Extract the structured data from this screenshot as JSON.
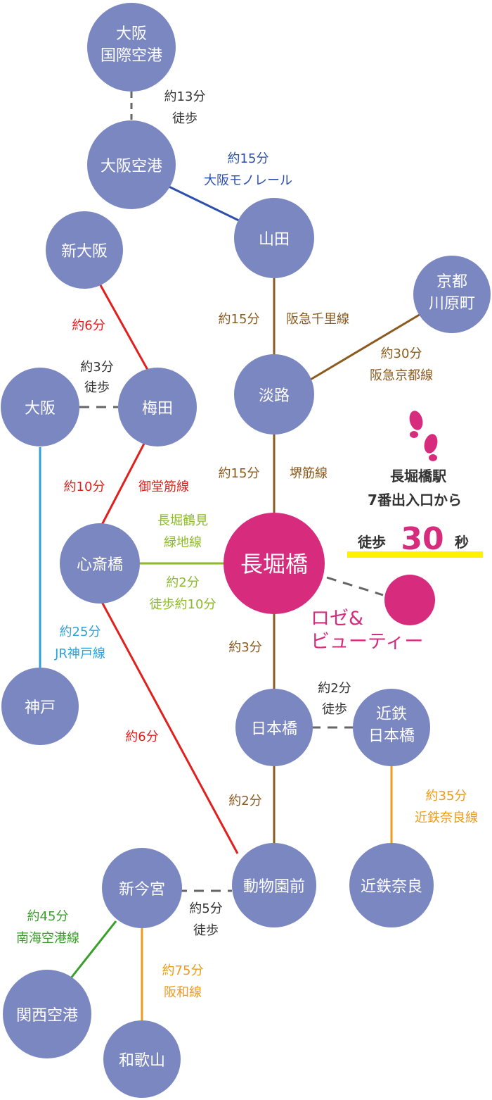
{
  "colors": {
    "station": "#7b87c1",
    "highlight": "#d72b7d",
    "walk": "#666666",
    "monorail": "#2d4fae",
    "hankyu": "#8a5a1e",
    "midosuji": "#e0201d",
    "jr": "#2aa3dd",
    "nagahori": "#8cba2a",
    "kintetsu": "#ee9a1b",
    "nankai": "#3a9f2a",
    "hanwa": "#ee9a1b",
    "underline": "#fff200"
  },
  "stations": {
    "osaka_intl": [
      "大阪",
      "国際空港"
    ],
    "osaka_airport": [
      "大阪空港"
    ],
    "yamada": [
      "山田"
    ],
    "shin_osaka": [
      "新大阪"
    ],
    "kyoto_kawaramachi": [
      "京都",
      "川原町"
    ],
    "awaji": [
      "淡路"
    ],
    "osaka": [
      "大阪"
    ],
    "umeda": [
      "梅田"
    ],
    "shinsaibashi": [
      "心斎橋"
    ],
    "nagahoribashi": [
      "長堀橋"
    ],
    "kobe": [
      "神戸"
    ],
    "nipponbashi": [
      "日本橋"
    ],
    "kintetsu_nipponbashi": [
      "近鉄",
      "日本橋"
    ],
    "shin_imamiya": [
      "新今宮"
    ],
    "dobutsuenmae": [
      "動物園前"
    ],
    "kintetsu_nara": [
      "近鉄奈良"
    ],
    "kansai_airport": [
      "関西空港"
    ],
    "wakayama": [
      "和歌山"
    ]
  },
  "labels": {
    "walk13": [
      "約13分",
      "徒歩"
    ],
    "monorail": [
      "約15分",
      "大阪モノレール"
    ],
    "hankyu_senri_time": "約15分",
    "hankyu_senri_name": "阪急千里線",
    "hankyu_kyoto": [
      "約30分",
      "阪急京都線"
    ],
    "midosuji6": "約6分",
    "walk3": [
      "約3分",
      "徒歩"
    ],
    "sakaisuji_time": "約15分",
    "sakaisuji_name": "堺筋線",
    "midosuji10_time": "約10分",
    "midosuji10_name": "御堂筋線",
    "nagahori_line": [
      "長堀鶴見",
      "緑地線"
    ],
    "nagahori_time": [
      "約2分",
      "徒歩約10分"
    ],
    "jr_kobe": [
      "約25分",
      "JR神戸線"
    ],
    "sakaisuji3": "約3分",
    "walk2": [
      "約2分",
      "徒歩"
    ],
    "midosuji6b": "約6分",
    "sakaisuji2": "約2分",
    "kintetsu_nara": [
      "約35分",
      "近鉄奈良線"
    ],
    "walk5": [
      "約5分",
      "徒歩"
    ],
    "nankai": [
      "約45分",
      "南海空港線"
    ],
    "hanwa": [
      "約75分",
      "阪和線"
    ]
  },
  "notice": {
    "line1": "長堀橋駅",
    "line2": "7番出入口から",
    "walk": "徒歩",
    "number": "30",
    "unit": "秒",
    "icon": "footprints-icon"
  },
  "salon": {
    "line1": "ロゼ&",
    "line2": "ビューティー"
  }
}
